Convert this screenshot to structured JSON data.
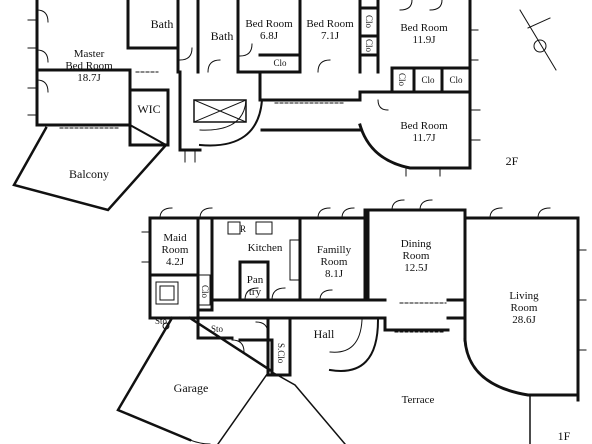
{
  "floors": {
    "upper": {
      "label": "2F",
      "rooms": {
        "master": {
          "name": "Master\nBed Room",
          "size": "18.7J"
        },
        "bath1": {
          "name": "Bath"
        },
        "bath2": {
          "name": "Bath"
        },
        "bed68": {
          "name": "Bed Room",
          "size": "6.8J"
        },
        "bed71": {
          "name": "Bed Room",
          "size": "7.1J"
        },
        "bed119": {
          "name": "Bed Room",
          "size": "11.9J"
        },
        "bed117": {
          "name": "Bed Room",
          "size": "11.7J"
        },
        "wic": {
          "name": "WIC"
        },
        "balcony": {
          "name": "Balcony"
        },
        "clo": "Clo"
      }
    },
    "lower": {
      "label": "1F",
      "rooms": {
        "maid": {
          "name": "Maid\nRoom",
          "size": "4.2J"
        },
        "kitchen": {
          "name": "Kitchen"
        },
        "pantry": {
          "name": "Pan\ntry"
        },
        "family": {
          "name": "Familly\nRoom",
          "size": "8.1J"
        },
        "dining": {
          "name": "Dining\nRoom",
          "size": "12.5J"
        },
        "living": {
          "name": "Living\nRoom",
          "size": "28.6J"
        },
        "garage": {
          "name": "Garage"
        },
        "hall": {
          "name": "Hall"
        },
        "terrace": {
          "name": "Terrace"
        },
        "sto": "Sto",
        "sclo": "S.Clo",
        "r": "R",
        "clo": "Clo"
      }
    }
  }
}
